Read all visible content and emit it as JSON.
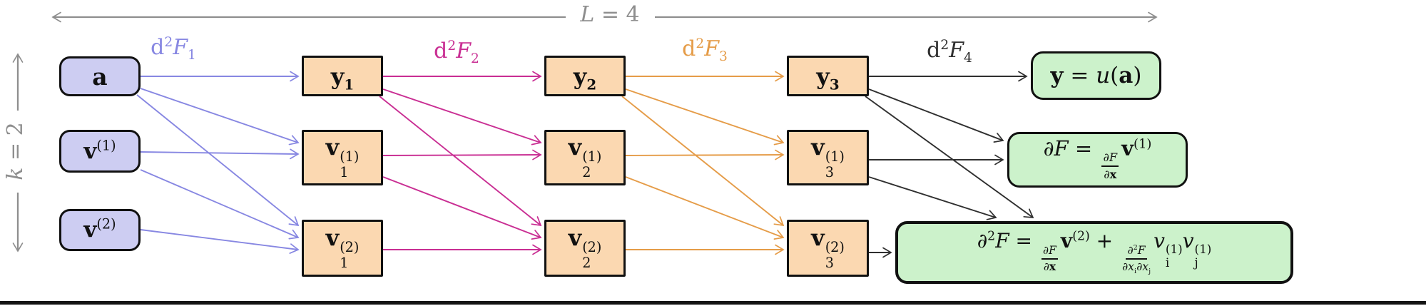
{
  "title": "Second-order forward-mode AD computational graph",
  "colors": {
    "blue": "#8787e2",
    "magenta": "#c92e93",
    "orange": "#e59c48",
    "black": "#2f2f2f",
    "gray": "#8e8e8e",
    "purple_fill": "#cdcdf2",
    "orange_fill": "#fbd8b1",
    "green_fill": "#ccf2cb"
  },
  "measures": {
    "top": {
      "id": "length",
      "tokens": [
        {
          "t": "s",
          "v": "L",
          "c": "it"
        },
        {
          "t": "s",
          "v": " = 4",
          "c": "up"
        }
      ]
    },
    "left": {
      "id": "order",
      "tokens": [
        {
          "t": "s",
          "v": "k",
          "c": "it"
        },
        {
          "t": "s",
          "v": " = 2",
          "c": "up"
        }
      ]
    }
  },
  "edge_labels": [
    {
      "id": "dF1",
      "color": "blue",
      "tokens": [
        {
          "t": "s",
          "v": "d",
          "c": "up"
        },
        {
          "t": "sup",
          "v": "2"
        },
        {
          "t": "s",
          "v": "F",
          "c": "it"
        },
        {
          "t": "sub",
          "v": "1"
        }
      ]
    },
    {
      "id": "dF2",
      "color": "magenta",
      "tokens": [
        {
          "t": "s",
          "v": "d",
          "c": "up"
        },
        {
          "t": "sup",
          "v": "2"
        },
        {
          "t": "s",
          "v": "F",
          "c": "it"
        },
        {
          "t": "sub",
          "v": "2"
        }
      ]
    },
    {
      "id": "dF3",
      "color": "orange",
      "tokens": [
        {
          "t": "s",
          "v": "d",
          "c": "up"
        },
        {
          "t": "sup",
          "v": "2"
        },
        {
          "t": "s",
          "v": "F",
          "c": "it"
        },
        {
          "t": "sub",
          "v": "3"
        }
      ]
    },
    {
      "id": "dF4",
      "color": "black",
      "tokens": [
        {
          "t": "s",
          "v": "d",
          "c": "up"
        },
        {
          "t": "sup",
          "v": "2"
        },
        {
          "t": "s",
          "v": "F",
          "c": "it"
        },
        {
          "t": "sub",
          "v": "4"
        }
      ]
    }
  ],
  "nodes": [
    {
      "id": "a",
      "kind": "input",
      "tokens": [
        {
          "t": "s",
          "v": "a",
          "c": "bf"
        }
      ]
    },
    {
      "id": "vs1",
      "kind": "input",
      "tokens": [
        {
          "t": "s",
          "v": "v",
          "c": "bf"
        },
        {
          "t": "sup",
          "v": "(1)"
        }
      ]
    },
    {
      "id": "vs2",
      "kind": "input",
      "tokens": [
        {
          "t": "s",
          "v": "v",
          "c": "bf"
        },
        {
          "t": "sup",
          "v": "(2)"
        }
      ]
    },
    {
      "id": "y1",
      "kind": "hidden",
      "tokens": [
        {
          "t": "s",
          "v": "y",
          "c": "bf"
        },
        {
          "t": "sub",
          "v": "1",
          "c": "bf"
        }
      ]
    },
    {
      "id": "v11",
      "kind": "hidden",
      "tokens": [
        {
          "t": "s",
          "v": "v",
          "c": "bf"
        },
        {
          "t": "ss",
          "sup": "(1)",
          "sub": "1"
        }
      ]
    },
    {
      "id": "v12",
      "kind": "hidden",
      "tokens": [
        {
          "t": "s",
          "v": "v",
          "c": "bf"
        },
        {
          "t": "ss",
          "sup": "(2)",
          "sub": "1"
        }
      ]
    },
    {
      "id": "y2",
      "kind": "hidden",
      "tokens": [
        {
          "t": "s",
          "v": "y",
          "c": "bf"
        },
        {
          "t": "sub",
          "v": "2",
          "c": "bf"
        }
      ]
    },
    {
      "id": "v21",
      "kind": "hidden",
      "tokens": [
        {
          "t": "s",
          "v": "v",
          "c": "bf"
        },
        {
          "t": "ss",
          "sup": "(1)",
          "sub": "2"
        }
      ]
    },
    {
      "id": "v22",
      "kind": "hidden",
      "tokens": [
        {
          "t": "s",
          "v": "v",
          "c": "bf"
        },
        {
          "t": "ss",
          "sup": "(2)",
          "sub": "2"
        }
      ]
    },
    {
      "id": "y3",
      "kind": "hidden",
      "tokens": [
        {
          "t": "s",
          "v": "y",
          "c": "bf"
        },
        {
          "t": "sub",
          "v": "3",
          "c": "bf"
        }
      ]
    },
    {
      "id": "v31",
      "kind": "hidden",
      "tokens": [
        {
          "t": "s",
          "v": "v",
          "c": "bf"
        },
        {
          "t": "ss",
          "sup": "(1)",
          "sub": "3"
        }
      ]
    },
    {
      "id": "v32",
      "kind": "hidden",
      "tokens": [
        {
          "t": "s",
          "v": "v",
          "c": "bf"
        },
        {
          "t": "ss",
          "sup": "(2)",
          "sub": "3"
        }
      ]
    },
    {
      "id": "g1",
      "kind": "output",
      "tokens": [
        {
          "t": "s",
          "v": "y",
          "c": "bf"
        },
        {
          "t": "s",
          "v": " = ",
          "c": "up"
        },
        {
          "t": "s",
          "v": "u",
          "c": "it"
        },
        {
          "t": "s",
          "v": "(",
          "c": "up"
        },
        {
          "t": "s",
          "v": "a",
          "c": "bf"
        },
        {
          "t": "s",
          "v": ")",
          "c": "up"
        }
      ]
    },
    {
      "id": "g2",
      "kind": "output",
      "tokens": [
        {
          "t": "s",
          "v": "∂F",
          "c": "it"
        },
        {
          "t": "s",
          "v": " = ",
          "c": "up"
        },
        {
          "t": "frac",
          "num": [
            {
              "t": "s",
              "v": "∂F",
              "c": "it"
            }
          ],
          "den": [
            {
              "t": "s",
              "v": "∂",
              "c": "it"
            },
            {
              "t": "s",
              "v": "x",
              "c": "bf"
            }
          ]
        },
        {
          "t": "s",
          "v": "v",
          "c": "bf"
        },
        {
          "t": "sup",
          "v": "(1)"
        }
      ]
    },
    {
      "id": "g3",
      "kind": "output",
      "tokens": [
        {
          "t": "s",
          "v": "∂",
          "c": "it"
        },
        {
          "t": "sup",
          "v": "2"
        },
        {
          "t": "s",
          "v": "F",
          "c": "it"
        },
        {
          "t": "s",
          "v": " = ",
          "c": "up"
        },
        {
          "t": "frac",
          "num": [
            {
              "t": "s",
              "v": "∂F",
              "c": "it"
            }
          ],
          "den": [
            {
              "t": "s",
              "v": "∂",
              "c": "it"
            },
            {
              "t": "s",
              "v": "x",
              "c": "bf"
            }
          ]
        },
        {
          "t": "s",
          "v": "v",
          "c": "bf"
        },
        {
          "t": "sup",
          "v": "(2)"
        },
        {
          "t": "s",
          "v": " + ",
          "c": "up"
        },
        {
          "t": "frac",
          "num": [
            {
              "t": "s",
              "v": "∂",
              "c": "it"
            },
            {
              "t": "sup",
              "v": "2"
            },
            {
              "t": "s",
              "v": "F",
              "c": "it"
            }
          ],
          "den": [
            {
              "t": "s",
              "v": "∂x",
              "c": "it"
            },
            {
              "t": "sub",
              "v": "i"
            },
            {
              "t": "s",
              "v": "∂x",
              "c": "it"
            },
            {
              "t": "sub",
              "v": "j"
            }
          ]
        },
        {
          "t": "s",
          "v": "v",
          "c": "it"
        },
        {
          "t": "ss",
          "sup": "(1)",
          "sub": "i"
        },
        {
          "t": "s",
          "v": "v",
          "c": "it"
        },
        {
          "t": "ss",
          "sup": "(1)",
          "sub": "j"
        }
      ]
    }
  ],
  "edges": [
    {
      "from": "a",
      "to": "y1",
      "color": "blue"
    },
    {
      "from": "a",
      "to": "v11",
      "color": "blue"
    },
    {
      "from": "a",
      "to": "v12",
      "color": "blue"
    },
    {
      "from": "vs1",
      "to": "v11",
      "color": "blue"
    },
    {
      "from": "vs1",
      "to": "v12",
      "color": "blue"
    },
    {
      "from": "vs2",
      "to": "v12",
      "color": "blue"
    },
    {
      "from": "y1",
      "to": "y2",
      "color": "magenta"
    },
    {
      "from": "y1",
      "to": "v21",
      "color": "magenta"
    },
    {
      "from": "y1",
      "to": "v22",
      "color": "magenta"
    },
    {
      "from": "v11",
      "to": "v21",
      "color": "magenta"
    },
    {
      "from": "v11",
      "to": "v22",
      "color": "magenta"
    },
    {
      "from": "v12",
      "to": "v22",
      "color": "magenta"
    },
    {
      "from": "y2",
      "to": "y3",
      "color": "orange"
    },
    {
      "from": "y2",
      "to": "v31",
      "color": "orange"
    },
    {
      "from": "y2",
      "to": "v32",
      "color": "orange"
    },
    {
      "from": "v21",
      "to": "v31",
      "color": "orange"
    },
    {
      "from": "v21",
      "to": "v32",
      "color": "orange"
    },
    {
      "from": "v22",
      "to": "v32",
      "color": "orange"
    },
    {
      "from": "y3",
      "to": "g1",
      "color": "black"
    },
    {
      "from": "y3",
      "to": "g2",
      "color": "black"
    },
    {
      "from": "y3",
      "to": "g3",
      "color": "black"
    },
    {
      "from": "v31",
      "to": "g2",
      "color": "black"
    },
    {
      "from": "v31",
      "to": "g3",
      "color": "black"
    },
    {
      "from": "v32",
      "to": "g3",
      "color": "black"
    }
  ]
}
